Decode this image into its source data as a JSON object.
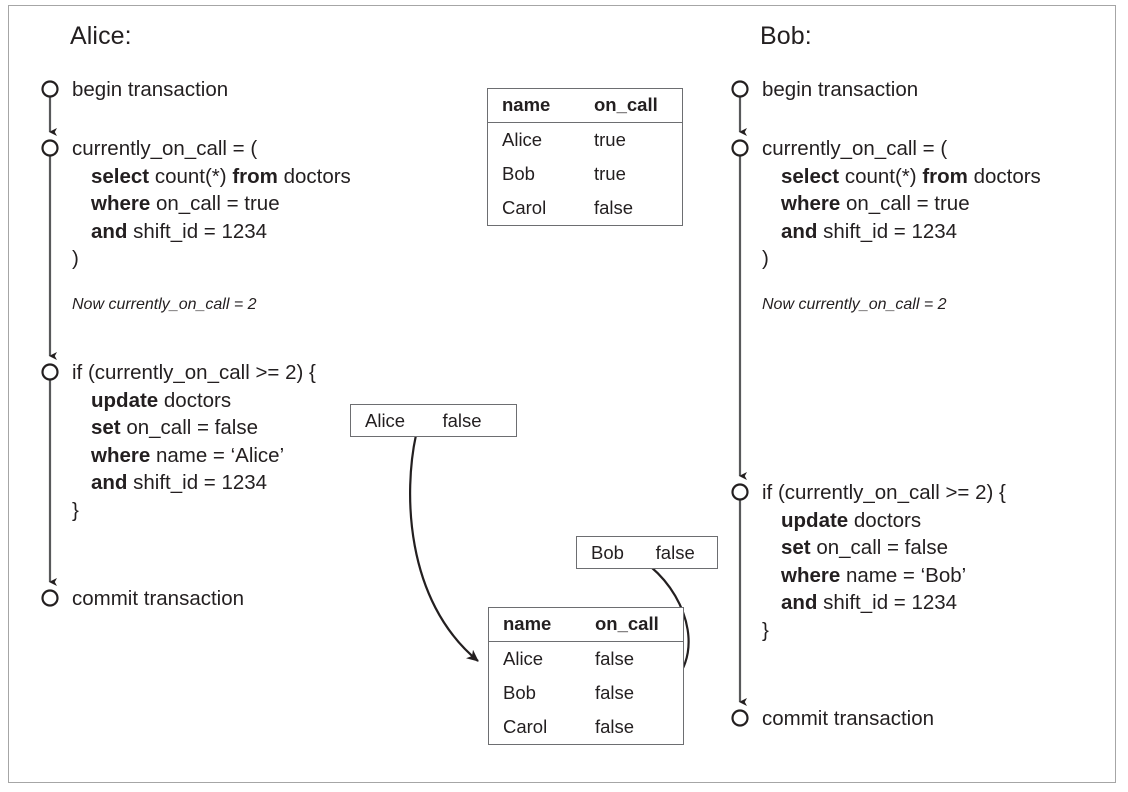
{
  "diagram": {
    "title_alice": "Alice:",
    "title_bob": "Bob:"
  },
  "alice": {
    "steps": [
      {
        "line1": "begin transaction"
      },
      {
        "line1": "currently_on_call = (",
        "body": [
          {
            "kw": "select",
            "rest": " count(*) ",
            "kw2": "from",
            "rest2": " doctors"
          },
          {
            "kw": "where",
            "rest": " on_call = true"
          },
          {
            "kw": "and",
            "rest": " shift_id = 1234"
          }
        ],
        "close": ")",
        "note": "Now currently_on_call = 2"
      },
      {
        "line1": "if (currently_on_call >= 2) {",
        "body": [
          {
            "kw": "update",
            "rest": " doctors"
          },
          {
            "kw": "set",
            "rest": " on_call = false"
          },
          {
            "kw": "where",
            "rest": " name = ‘Alice’"
          },
          {
            "kw": "and",
            "rest": " shift_id = 1234"
          }
        ],
        "close": "}"
      },
      {
        "line1": "commit transaction"
      }
    ]
  },
  "bob": {
    "steps": [
      {
        "line1": "begin transaction"
      },
      {
        "line1": "currently_on_call = (",
        "body": [
          {
            "kw": "select",
            "rest": " count(*) ",
            "kw2": "from",
            "rest2": " doctors"
          },
          {
            "kw": "where",
            "rest": " on_call = true"
          },
          {
            "kw": "and",
            "rest": " shift_id = 1234"
          }
        ],
        "close": ")",
        "note": "Now currently_on_call = 2"
      },
      {
        "line1": "if (currently_on_call >= 2) {",
        "body": [
          {
            "kw": "update",
            "rest": " doctors"
          },
          {
            "kw": "set",
            "rest": " on_call = false"
          },
          {
            "kw": "where",
            "rest": " name = ‘Bob’"
          },
          {
            "kw": "and",
            "rest": " shift_id = 1234"
          }
        ],
        "close": "}"
      },
      {
        "line1": "commit transaction"
      }
    ]
  },
  "table_before": {
    "columns": [
      "name",
      "on_call"
    ],
    "rows": [
      [
        "Alice",
        "true"
      ],
      [
        "Bob",
        "true"
      ],
      [
        "Carol",
        "false"
      ]
    ]
  },
  "table_after": {
    "columns": [
      "name",
      "on_call"
    ],
    "rows": [
      [
        "Alice",
        "false"
      ],
      [
        "Bob",
        "false"
      ],
      [
        "Carol",
        "false"
      ]
    ]
  },
  "write_alice": {
    "name": "Alice",
    "value": "false"
  },
  "write_bob": {
    "name": "Bob",
    "value": "false"
  },
  "colors": {
    "ink": "#231f20",
    "line": "#58595b",
    "border": "#6d6e71",
    "frame": "#a6a6a6",
    "background": "#ffffff"
  }
}
